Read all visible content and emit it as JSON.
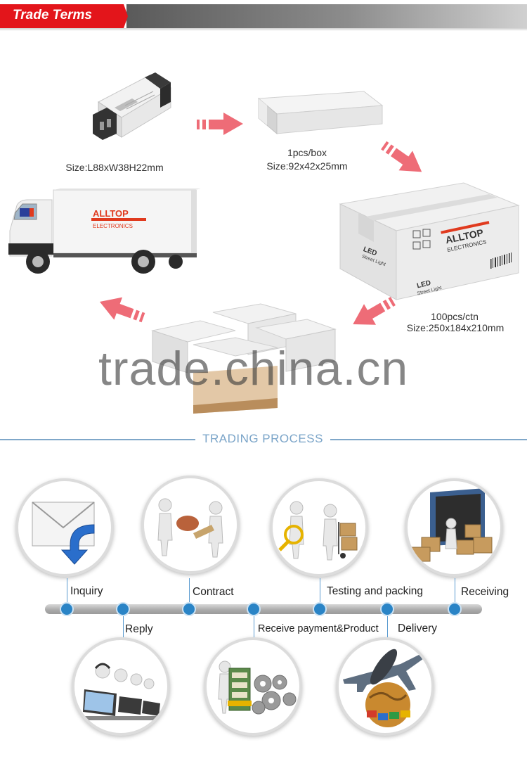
{
  "header": {
    "title": "Trade Terms"
  },
  "packaging": {
    "driver_size": "Size:L88xW38H22mm",
    "box_qty": "1pcs/box",
    "box_size": "Size:92x42x25mm",
    "carton_qty": "100pcs/ctn",
    "carton_size": "Size:250x184x210mm",
    "brand_name": "ALLTOP",
    "brand_sub": "ELECTRONICS",
    "carton_led": "LED",
    "carton_led_sub": "Street Light"
  },
  "watermark": "trade.china.cn",
  "section": {
    "title": "TRADING PROCESS"
  },
  "process": {
    "steps": [
      {
        "label": "Inquiry"
      },
      {
        "label": "Reply"
      },
      {
        "label": "Contract"
      },
      {
        "label": "Receive payment&Product"
      },
      {
        "label": "Testing and packing"
      },
      {
        "label": "Delivery"
      },
      {
        "label": "Receiving"
      }
    ]
  },
  "colors": {
    "accent_red": "#e3151b",
    "arrow_pink": "#ee6c77",
    "timeline_blue": "#2a84c6",
    "divider_blue": "#7fa7c9"
  }
}
